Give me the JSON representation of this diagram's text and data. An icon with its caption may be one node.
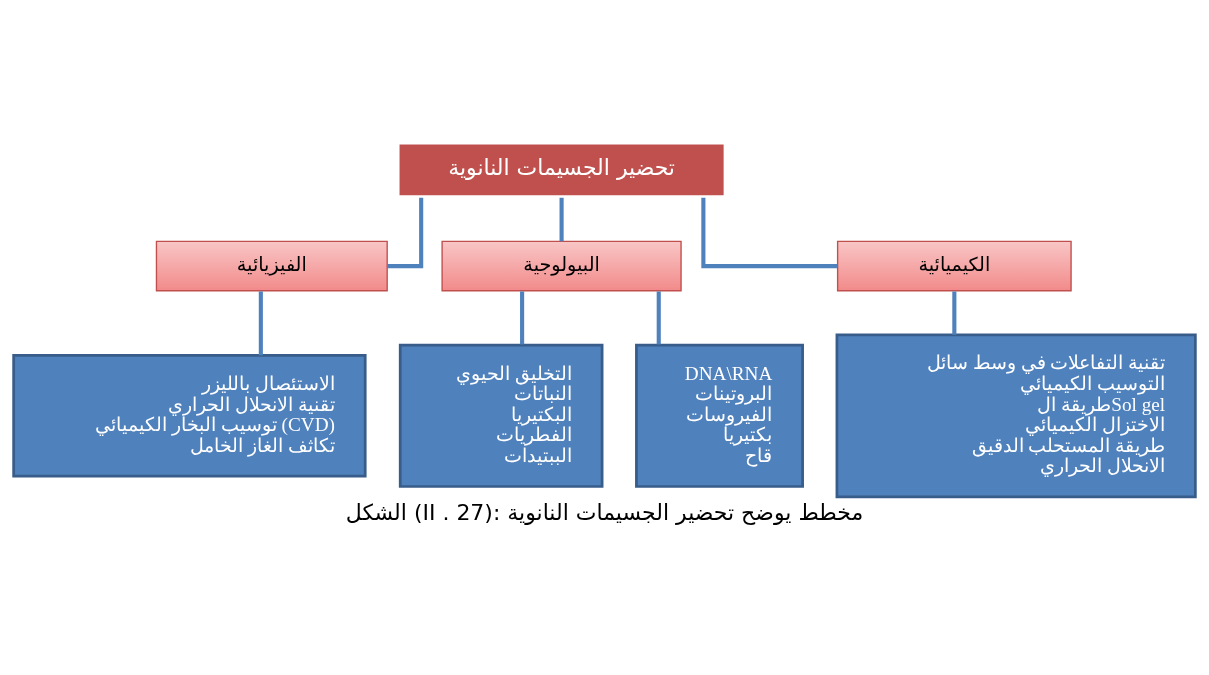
{
  "diagram": {
    "caption": "الشكل (II . 27): مخطط يوضح تحضير الجسيمات النانوية",
    "nodes": [
      {
        "text": [
          "تحضير الجسيمات النانوية"
        ]
      },
      {
        "text": [
          "الكيميائية"
        ]
      },
      {
        "text": [
          "البيولوجية"
        ]
      },
      {
        "text": [
          "الفيزيائية"
        ]
      },
      {
        "text": [
          "تقنية التفاعلات في وسط سائل",
          "التوسيب الكيميائي",
          "طريقة الSol gel",
          "الاختزال الكيميائي",
          "طريقة المستحلب الدقيق",
          "الانحلال الحراري"
        ]
      },
      {
        "text": [
          "DNA\\RNA",
          "البروتينات",
          "الفيروسات",
          "بكتيريا",
          "قاح"
        ]
      },
      {
        "text": [
          "التخليق الحيوي",
          "النباتات",
          "البكتيريا",
          "الفطريات",
          "الببتيدات"
        ]
      },
      {
        "text": [
          "الاستئصال بالليزر",
          "تقنية الانحلال الحراري",
          "توسيب البخار الكيميائي (CVD)",
          "تكاثف الغاز الخامل"
        ]
      }
    ],
    "edges": [
      {
        "from": 0,
        "to": 1,
        "arrow": "none"
      },
      {
        "from": 0,
        "to": 2,
        "arrow": "none"
      },
      {
        "from": 0,
        "to": 3,
        "arrow": "none"
      },
      {
        "from": 1,
        "to": 4,
        "arrow": "none"
      },
      {
        "from": 2,
        "to": 5,
        "arrow": "none"
      },
      {
        "from": 2,
        "to": 6,
        "arrow": "none"
      },
      {
        "from": 3,
        "to": 7,
        "arrow": "none"
      }
    ]
  }
}
